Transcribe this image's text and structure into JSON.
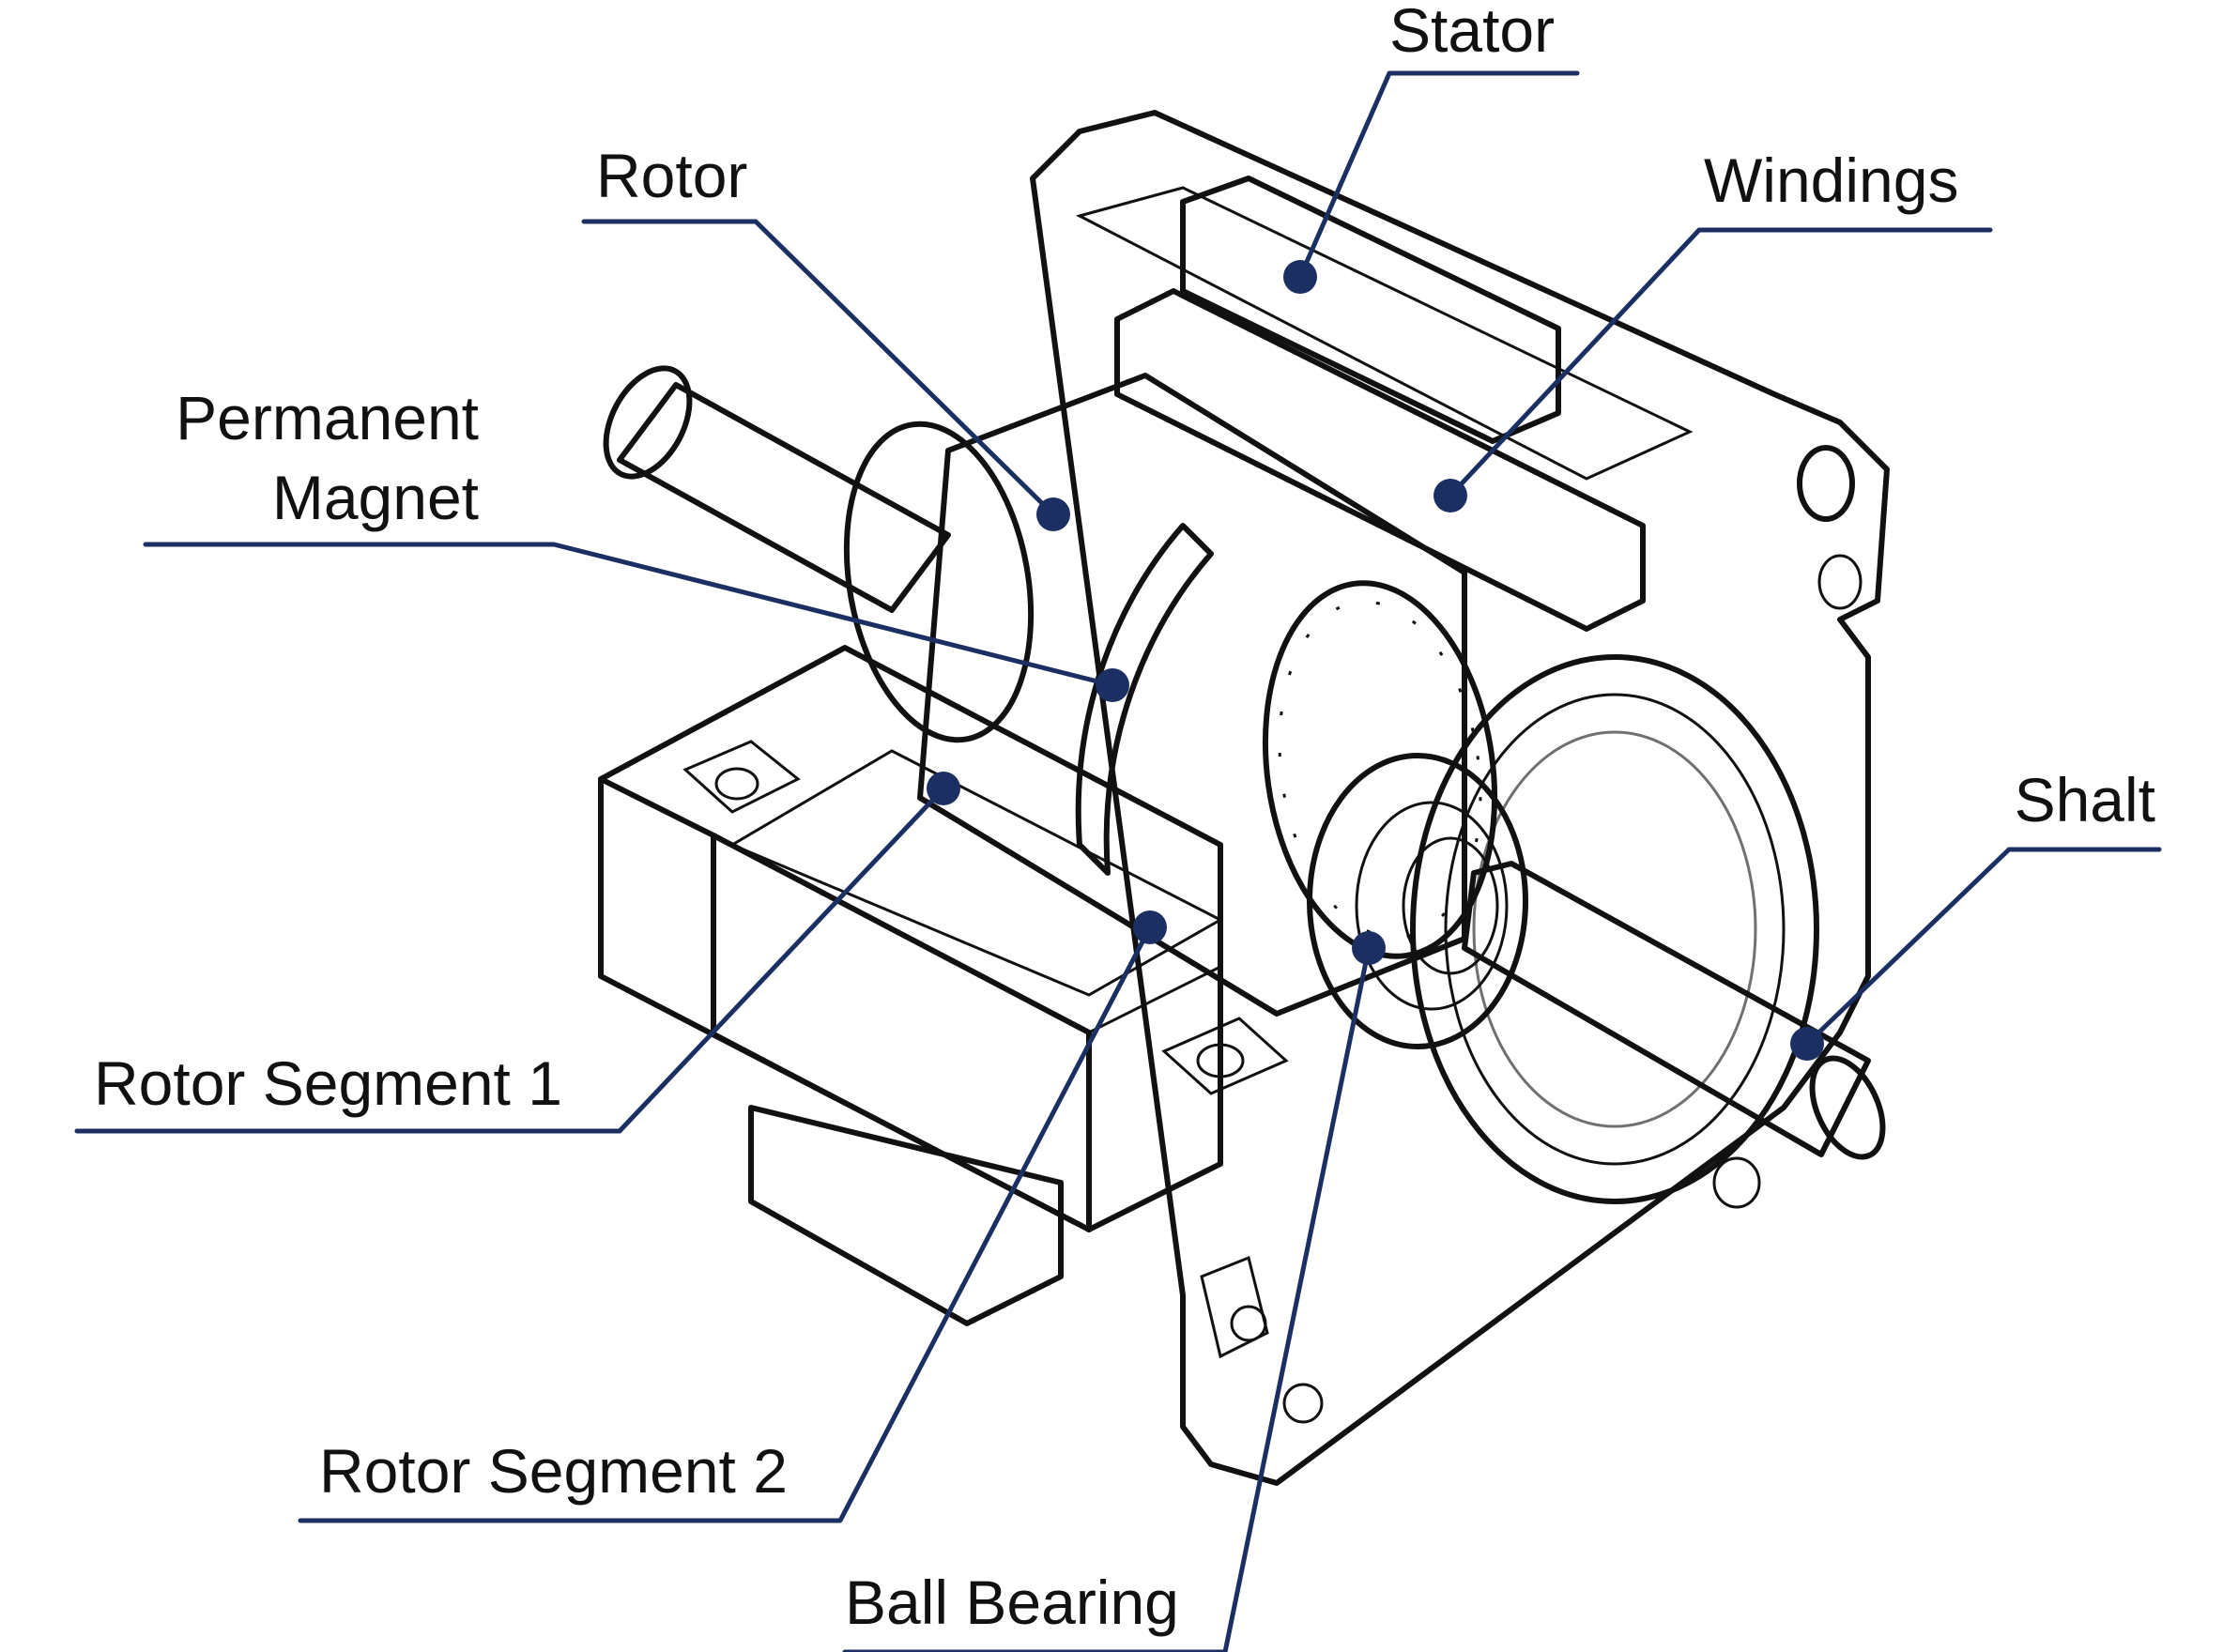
{
  "colors": {
    "leader": "#1c2f63",
    "line": "#111111",
    "background": "#ffffff"
  },
  "labels": {
    "stator": "Stator",
    "rotor": "Rotor",
    "windings": "Windings",
    "permanent_magnet_line1": "Permanent",
    "permanent_magnet_line2": "Magnet",
    "shaft": "Shalt",
    "rotor_segment_1": "Rotor Segment 1",
    "rotor_segment_2": "Rotor Segment 2",
    "ball_bearing": "Ball Bearing"
  }
}
